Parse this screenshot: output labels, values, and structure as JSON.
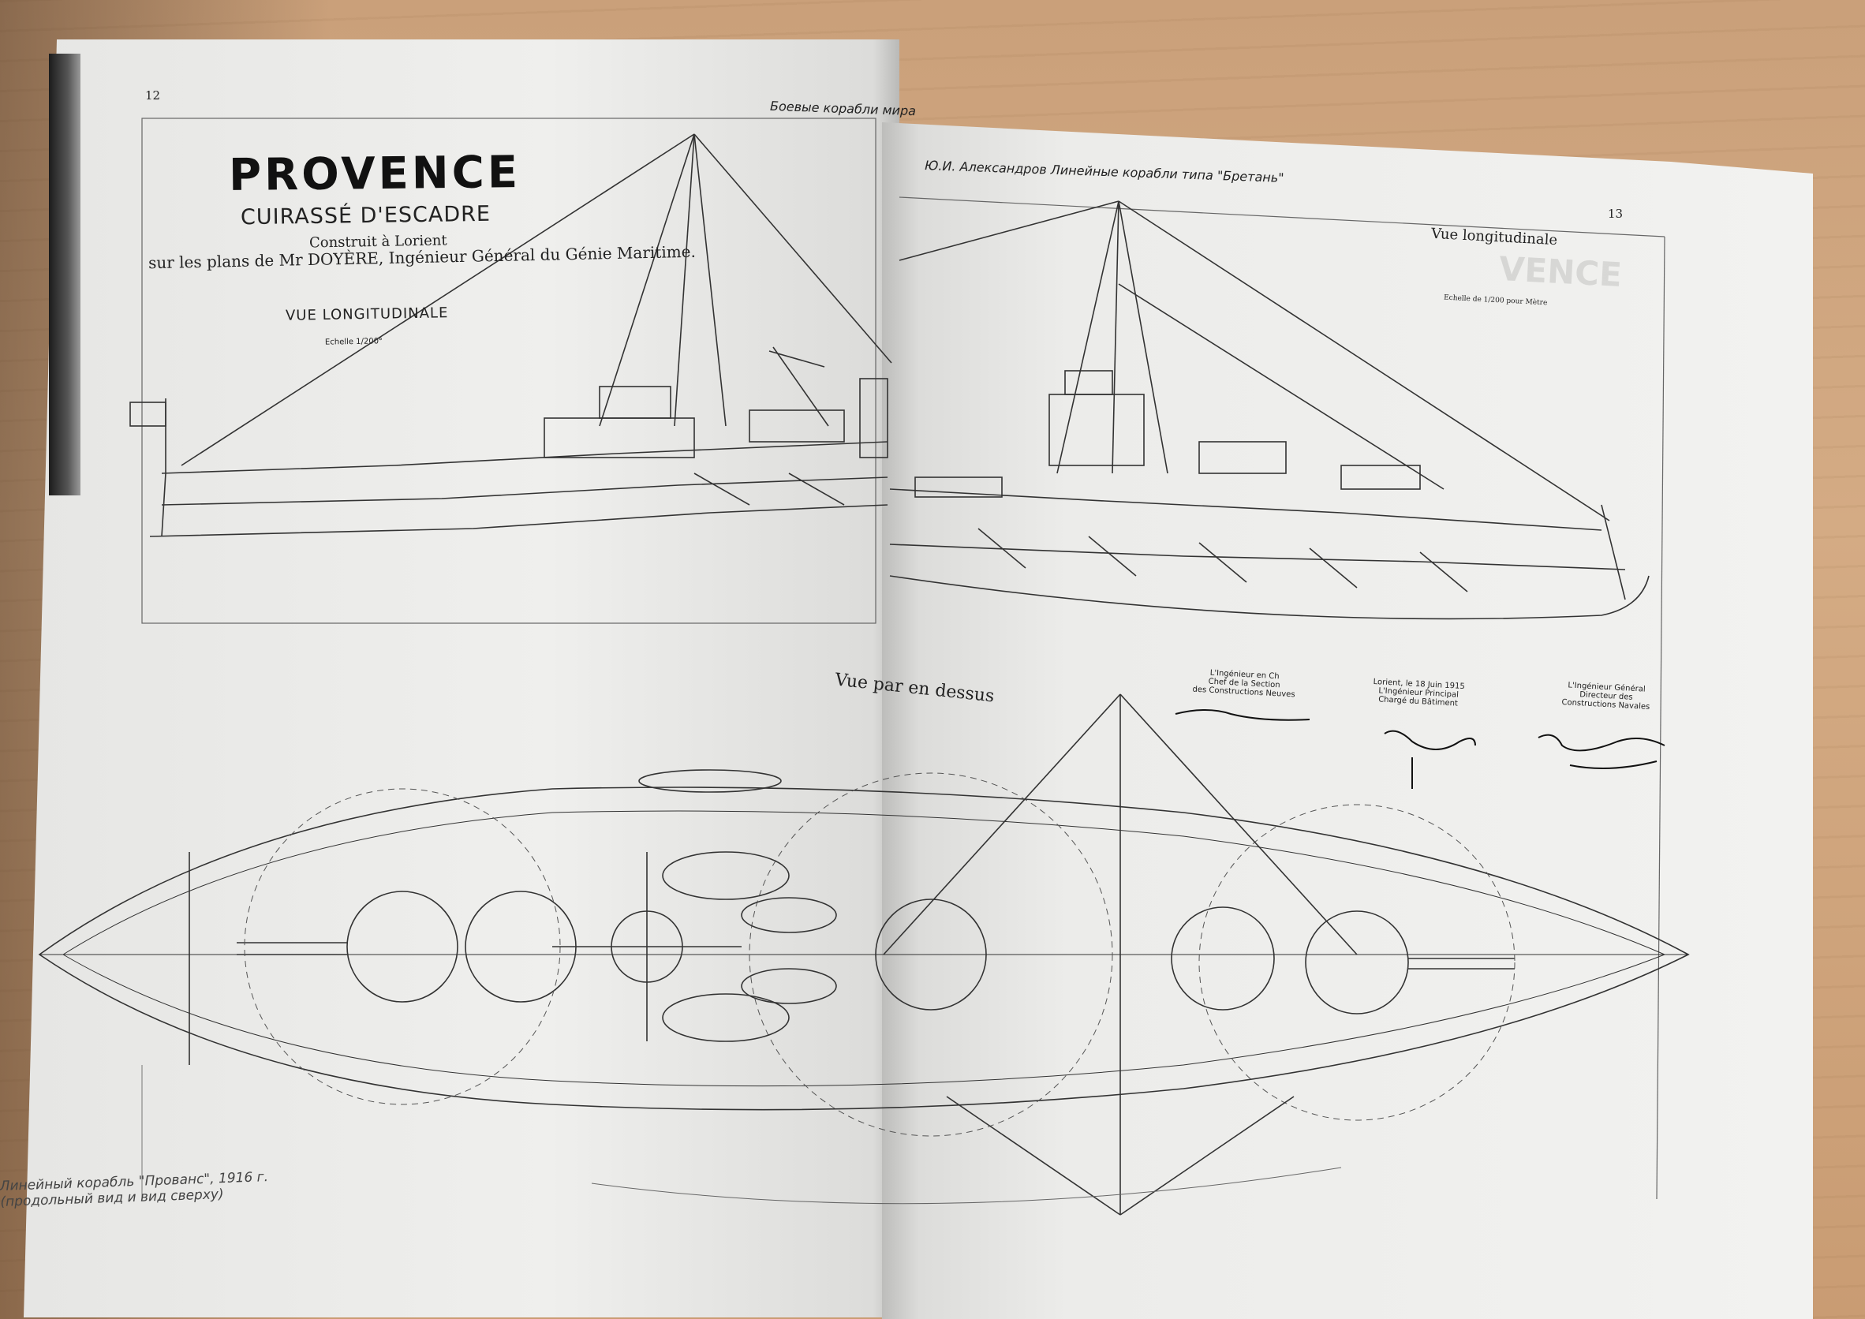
{
  "left_page": {
    "page_number": "12",
    "running_header": "Боевые корабли мира",
    "title": "PROVENCE",
    "subtitle": "CUIRASSÉ D'ESCADRE",
    "built_at": "Construit à Lorient",
    "plans_by": "sur les plans de Mr DOYÈRE, Ingénieur Général du Génie Maritime.",
    "view_label": "VUE LONGITUDINALE",
    "scale": "Echelle 1/200°",
    "caption_line1": "Линейный корабль \"Прованс\", 1916 г.",
    "caption_line2": "(продольный вид и вид сверху)"
  },
  "right_page": {
    "page_number": "13",
    "running_header": "Ю.И. Александров   Линейные корабли типа \"Бретань\"",
    "view_label": "Vue longitudinale",
    "scale": "Echelle de 1/200 pour Mètre",
    "plan_label": "Vue par en dessus",
    "ghost_text": "VENCE",
    "signatures": [
      {
        "lines": [
          "L'Ingénieur en Ch",
          "Chef de la Section",
          "des Constructions Neuves"
        ]
      },
      {
        "lines": [
          "Lorient, le 18 Juin 1915",
          "L'Ingénieur Principal",
          "Chargé du Bâtiment"
        ]
      },
      {
        "lines": [
          "L'Ingénieur Général",
          "Directeur des",
          "Constructions Navales"
        ]
      }
    ]
  }
}
